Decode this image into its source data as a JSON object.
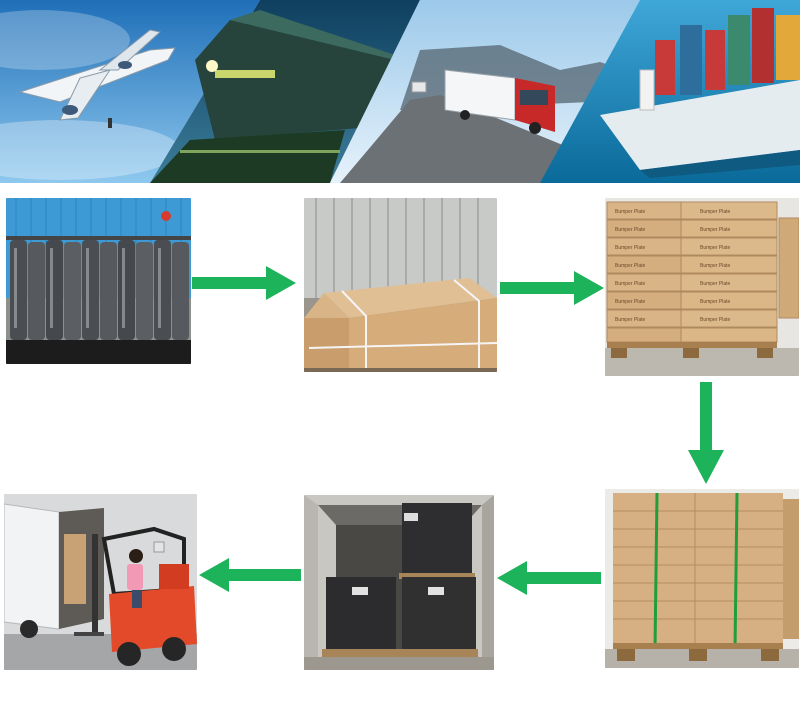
{
  "diagram": {
    "type": "packing-and-shipping-process",
    "banner": {
      "transport_modes": [
        "airplane",
        "train",
        "truck",
        "ship"
      ]
    },
    "steps": [
      {
        "id": 1,
        "subject": "wrapped-products-on-rack"
      },
      {
        "id": 2,
        "subject": "carton-box-strapped"
      },
      {
        "id": 3,
        "subject": "stacked-cartons-on-pallet"
      },
      {
        "id": 4,
        "subject": "strapped-pallet"
      },
      {
        "id": 5,
        "subject": "pallets-loaded-in-container"
      },
      {
        "id": 6,
        "subject": "forklift-loading-truck"
      }
    ],
    "flow": [
      "1->2",
      "2->3",
      "3->4",
      "4->5",
      "5->6"
    ],
    "colors": {
      "arrow": "#1db35a",
      "sky": "#5a9fd4",
      "carton": "#d7b48a",
      "background": "#ffffff"
    },
    "carton_print": "Bumper Plate"
  }
}
